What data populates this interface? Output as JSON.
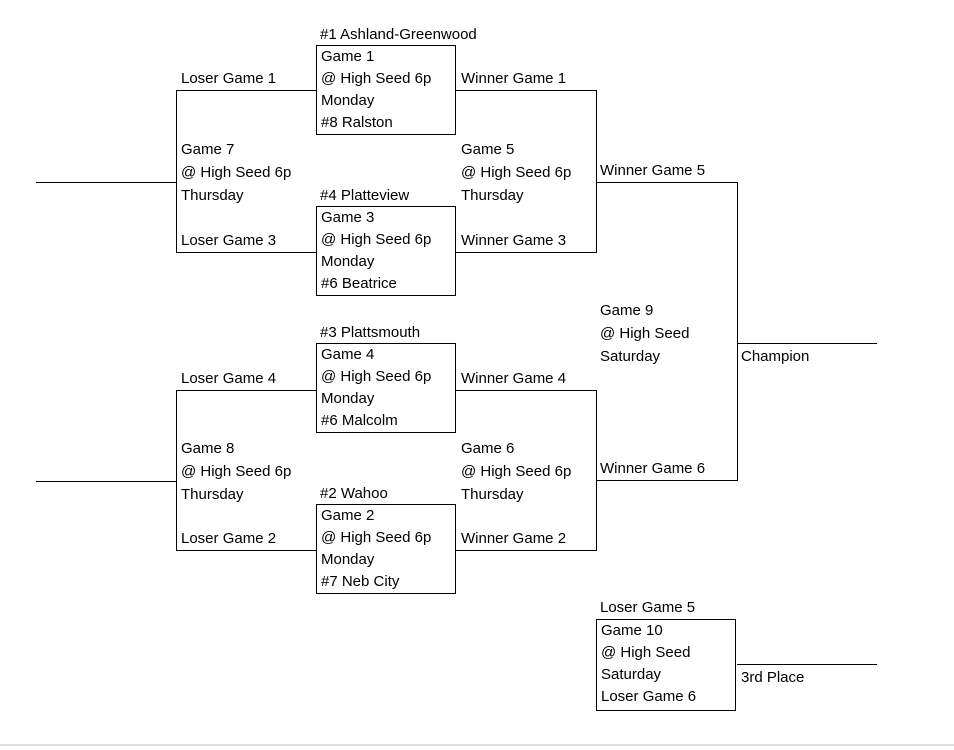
{
  "bracket": {
    "seed_labels": {
      "game1": "#1 Ashland-Greenwood",
      "game3": "#4 Platteview",
      "game4": "#3 Plattsmouth",
      "game2": "#2 Wahoo",
      "game10": "Loser Game 5"
    },
    "boxes": {
      "game1": [
        "Game 1",
        "@ High Seed 6p",
        "Monday",
        "#8 Ralston"
      ],
      "game3": [
        "Game 3",
        "@ High Seed 6p",
        "Monday",
        "#6 Beatrice"
      ],
      "game4": [
        "Game 4",
        "@ High Seed 6p",
        "Monday",
        "#6 Malcolm"
      ],
      "game2": [
        "Game 2",
        "@ High Seed 6p",
        "Monday",
        "#7 Neb City"
      ],
      "game10": [
        "Game 10",
        "@ High Seed",
        "Saturday",
        "Loser Game 6"
      ]
    },
    "open_games": {
      "game7": [
        "Game 7",
        "@ High Seed 6p",
        "Thursday"
      ],
      "game8": [
        "Game 8",
        "@ High Seed 6p",
        "Thursday"
      ],
      "game5": [
        "Game 5",
        "@ High Seed 6p",
        "Thursday"
      ],
      "game6": [
        "Game 6",
        "@ High Seed 6p",
        "Thursday"
      ],
      "game9": [
        "Game 9",
        "@ High Seed",
        "Saturday"
      ]
    },
    "slot_labels": {
      "loser_game_1": "Loser Game 1",
      "loser_game_3": "Loser Game 3",
      "loser_game_4": "Loser Game 4",
      "loser_game_2": "Loser Game 2",
      "winner_game_1": "Winner Game 1",
      "winner_game_3": "Winner Game 3",
      "winner_game_4": "Winner Game 4",
      "winner_game_2": "Winner Game 2",
      "winner_game_5": "Winner Game 5",
      "winner_game_6": "Winner Game 6"
    },
    "placements": {
      "champion": "Champion",
      "third_place": "3rd Place"
    },
    "colors": {
      "line": "#000000",
      "bottom_rule": "#dfe1e5"
    }
  }
}
